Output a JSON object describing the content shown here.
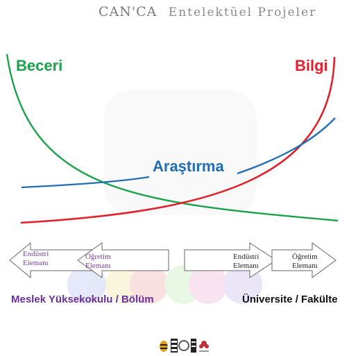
{
  "header": {
    "brand": "CAN'CA",
    "title": "Entelektüel Projeler"
  },
  "curves": {
    "beceri": {
      "label": "Beceri",
      "color": "#1aa14a"
    },
    "bilgi": {
      "label": "Bilgi",
      "color": "#e0202a"
    },
    "arastirma": {
      "label": "Araştırma",
      "color": "#1f6eb4"
    }
  },
  "arrows": {
    "left_group": [
      {
        "label": "Endüstri\nElemanı",
        "color": "#7b3fa0"
      },
      {
        "label": "Öğretim\nElemanı",
        "color": "#7b3fa0"
      }
    ],
    "right_group": [
      {
        "label": "Endüstri\nElemanı",
        "color": "#222222"
      },
      {
        "label": "Öğretim\nElemanı",
        "color": "#222222"
      }
    ]
  },
  "bottom": {
    "left_label": "Meslek Yüksekokulu / Bölüm",
    "left_color": "#6a2f9a",
    "right_label": "Üniversite / Fakülte",
    "right_color": "#111111"
  },
  "background_circle_colors": [
    "#cfd7f5",
    "#f5f0c2",
    "#f6c9c9",
    "#d6f3d0",
    "#f6cde7",
    "#d9d3f3"
  ]
}
